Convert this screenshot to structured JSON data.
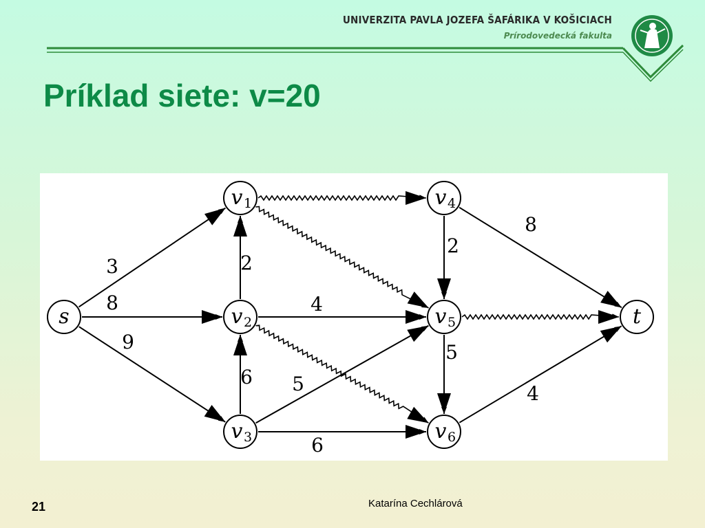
{
  "header": {
    "university": "UNIVERZITA PAVLA JOZEFA ŠAFÁRIKA V KOŠICIACH",
    "faculty": "Prírodovedecká fakulta",
    "accent_color": "#0d8a47",
    "logo_icon": "university-seal-icon"
  },
  "slide": {
    "title": "Príklad siete: v=20",
    "number": "21",
    "author": "Katarína Cechlárová"
  },
  "graph": {
    "nodes": [
      {
        "id": "s",
        "label": "s",
        "sub": ""
      },
      {
        "id": "v1",
        "label": "v",
        "sub": "1"
      },
      {
        "id": "v2",
        "label": "v",
        "sub": "2"
      },
      {
        "id": "v3",
        "label": "v",
        "sub": "3"
      },
      {
        "id": "v4",
        "label": "v",
        "sub": "4"
      },
      {
        "id": "v5",
        "label": "v",
        "sub": "5"
      },
      {
        "id": "v6",
        "label": "v",
        "sub": "6"
      },
      {
        "id": "t",
        "label": "t",
        "sub": ""
      }
    ],
    "edges": [
      {
        "from": "s",
        "to": "v1",
        "capacity": "3",
        "style": "straight"
      },
      {
        "from": "s",
        "to": "v2",
        "capacity": "8",
        "style": "straight"
      },
      {
        "from": "s",
        "to": "v3",
        "capacity": "9",
        "style": "straight"
      },
      {
        "from": "v2",
        "to": "v1",
        "capacity": "2",
        "style": "straight"
      },
      {
        "from": "v3",
        "to": "v2",
        "capacity": "6",
        "style": "straight"
      },
      {
        "from": "v1",
        "to": "v4",
        "capacity": "",
        "style": "wavy"
      },
      {
        "from": "v1",
        "to": "v5",
        "capacity": "",
        "style": "wavy"
      },
      {
        "from": "v2",
        "to": "v5",
        "capacity": "4",
        "style": "straight"
      },
      {
        "from": "v2",
        "to": "v6",
        "capacity": "",
        "style": "wavy"
      },
      {
        "from": "v3",
        "to": "v5",
        "capacity": "5",
        "style": "straight"
      },
      {
        "from": "v3",
        "to": "v6",
        "capacity": "6",
        "style": "straight"
      },
      {
        "from": "v4",
        "to": "v5",
        "capacity": "2",
        "style": "straight"
      },
      {
        "from": "v4",
        "to": "t",
        "capacity": "8",
        "style": "straight"
      },
      {
        "from": "v5",
        "to": "v6",
        "capacity": "5",
        "style": "straight"
      },
      {
        "from": "v5",
        "to": "t",
        "capacity": "",
        "style": "wavy"
      },
      {
        "from": "v6",
        "to": "t",
        "capacity": "4",
        "style": "straight"
      }
    ]
  }
}
